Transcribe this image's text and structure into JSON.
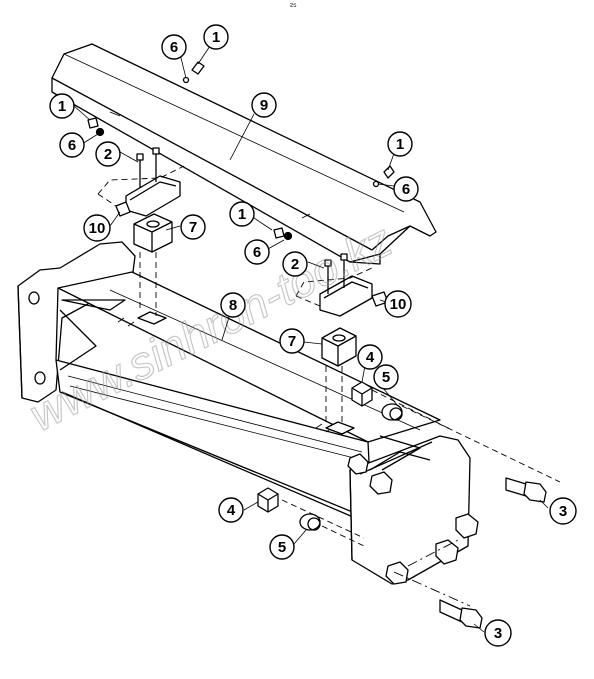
{
  "watermark": "www.sinhron-too.kz",
  "top_mark": "²⁵",
  "callouts": [
    {
      "label": "6"
    },
    {
      "label": "1"
    },
    {
      "label": "9"
    },
    {
      "label": "1"
    },
    {
      "label": "6"
    },
    {
      "label": "2"
    },
    {
      "label": "1"
    },
    {
      "label": "6"
    },
    {
      "label": "10"
    },
    {
      "label": "7"
    },
    {
      "label": "1"
    },
    {
      "label": "6"
    },
    {
      "label": "2"
    },
    {
      "label": "8"
    },
    {
      "label": "10"
    },
    {
      "label": "7"
    },
    {
      "label": "4"
    },
    {
      "label": "5"
    },
    {
      "label": "3"
    },
    {
      "label": "4"
    },
    {
      "label": "5"
    },
    {
      "label": "3"
    }
  ]
}
